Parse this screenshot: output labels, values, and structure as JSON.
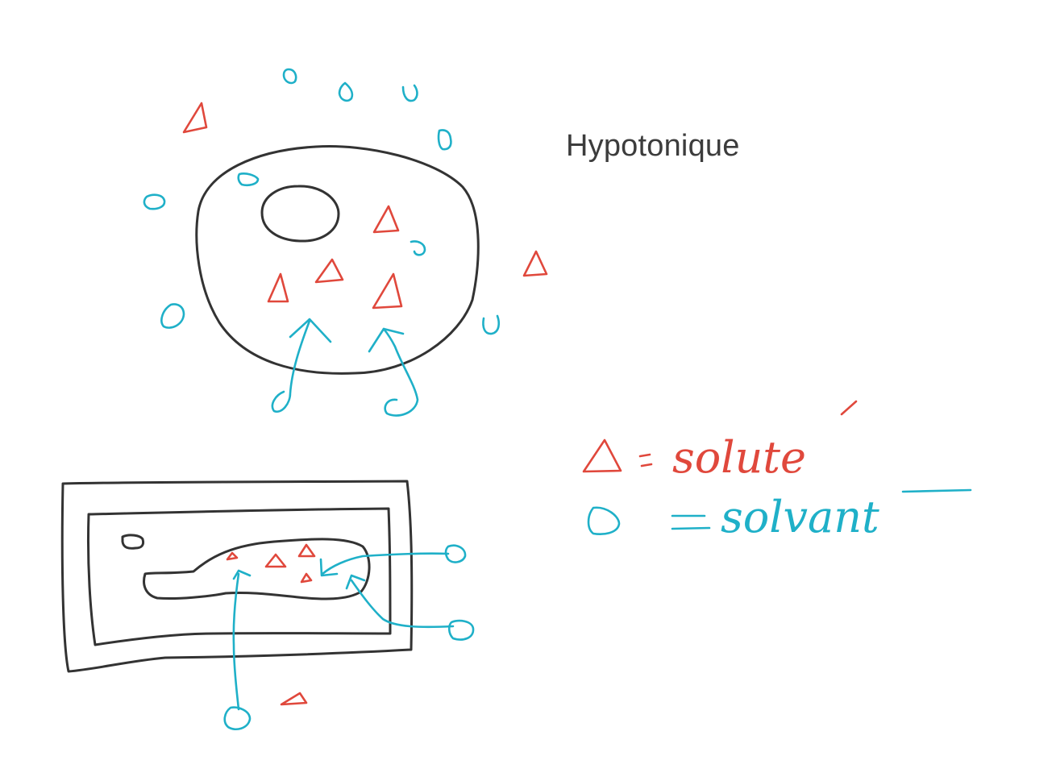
{
  "title": "Hypotonique",
  "legend": {
    "solute_symbol": "triangle-icon",
    "solute_label": "solute",
    "solvent_symbol": "circle-icon",
    "solvent_label": "solvant"
  },
  "colors": {
    "outline": "#333333",
    "solute": "#e0483c",
    "solvent": "#1fb0c8",
    "title": "#3c3c3c"
  }
}
